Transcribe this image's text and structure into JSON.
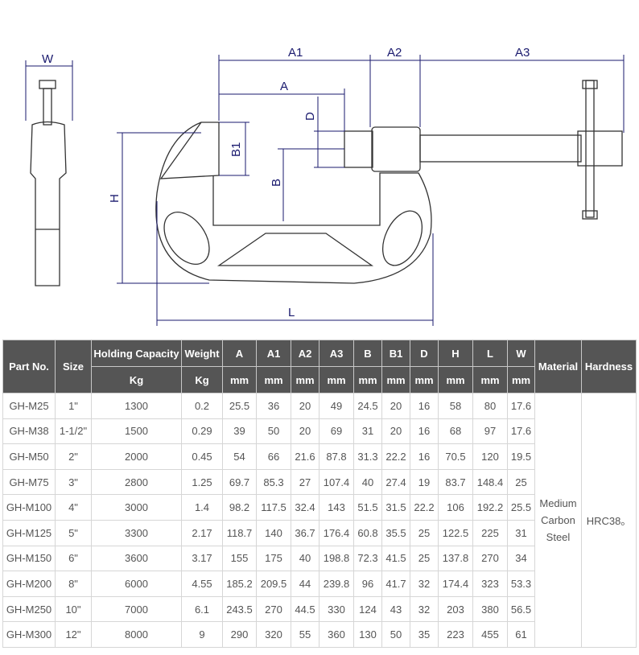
{
  "dimension_labels": {
    "W": "W",
    "A1": "A1",
    "A2": "A2",
    "A3": "A3",
    "A": "A",
    "D": "D",
    "B1": "B1",
    "B": "B",
    "H": "H",
    "L": "L"
  },
  "colors": {
    "dimension": "#1a1a6e",
    "header_bg": "#555555"
  },
  "table": {
    "headers": {
      "part_no": "Part No.",
      "size": "Size",
      "holding_capacity": "Holding Capacity",
      "weight": "Weight",
      "A": "A",
      "A1": "A1",
      "A2": "A2",
      "A3": "A3",
      "B": "B",
      "B1": "B1",
      "D": "D",
      "H": "H",
      "L": "L",
      "W": "W",
      "material": "Material",
      "hardness": "Hardness"
    },
    "units": {
      "holding_capacity": "Kg",
      "weight": "Kg",
      "mm": "mm"
    },
    "rows": [
      [
        "GH-M25",
        "1\"",
        "1300",
        "0.2",
        "25.5",
        "36",
        "20",
        "49",
        "24.5",
        "20",
        "16",
        "58",
        "80",
        "17.6"
      ],
      [
        "GH-M38",
        "1-1/2\"",
        "1500",
        "0.29",
        "39",
        "50",
        "20",
        "69",
        "31",
        "20",
        "16",
        "68",
        "97",
        "17.6"
      ],
      [
        "GH-M50",
        "2\"",
        "2000",
        "0.45",
        "54",
        "66",
        "21.6",
        "87.8",
        "31.3",
        "22.2",
        "16",
        "70.5",
        "120",
        "19.5"
      ],
      [
        "GH-M75",
        "3\"",
        "2800",
        "1.25",
        "69.7",
        "85.3",
        "27",
        "107.4",
        "40",
        "27.4",
        "19",
        "83.7",
        "148.4",
        "25"
      ],
      [
        "GH-M100",
        "4\"",
        "3000",
        "1.4",
        "98.2",
        "117.5",
        "32.4",
        "143",
        "51.5",
        "31.5",
        "22.2",
        "106",
        "192.2",
        "25.5"
      ],
      [
        "GH-M125",
        "5\"",
        "3300",
        "2.17",
        "118.7",
        "140",
        "36.7",
        "176.4",
        "60.8",
        "35.5",
        "25",
        "122.5",
        "225",
        "31"
      ],
      [
        "GH-M150",
        "6\"",
        "3600",
        "3.17",
        "155",
        "175",
        "40",
        "198.8",
        "72.3",
        "41.5",
        "25",
        "137.8",
        "270",
        "34"
      ],
      [
        "GH-M200",
        "8\"",
        "6000",
        "4.55",
        "185.2",
        "209.5",
        "44",
        "239.8",
        "96",
        "41.7",
        "32",
        "174.4",
        "323",
        "53.3"
      ],
      [
        "GH-M250",
        "10\"",
        "7000",
        "6.1",
        "243.5",
        "270",
        "44.5",
        "330",
        "124",
        "43",
        "32",
        "203",
        "380",
        "56.5"
      ],
      [
        "GH-M300",
        "12\"",
        "8000",
        "9",
        "290",
        "320",
        "55",
        "360",
        "130",
        "50",
        "35",
        "223",
        "455",
        "61"
      ]
    ],
    "material": "Medium Carbon Steel",
    "hardness": "HRC38。"
  }
}
